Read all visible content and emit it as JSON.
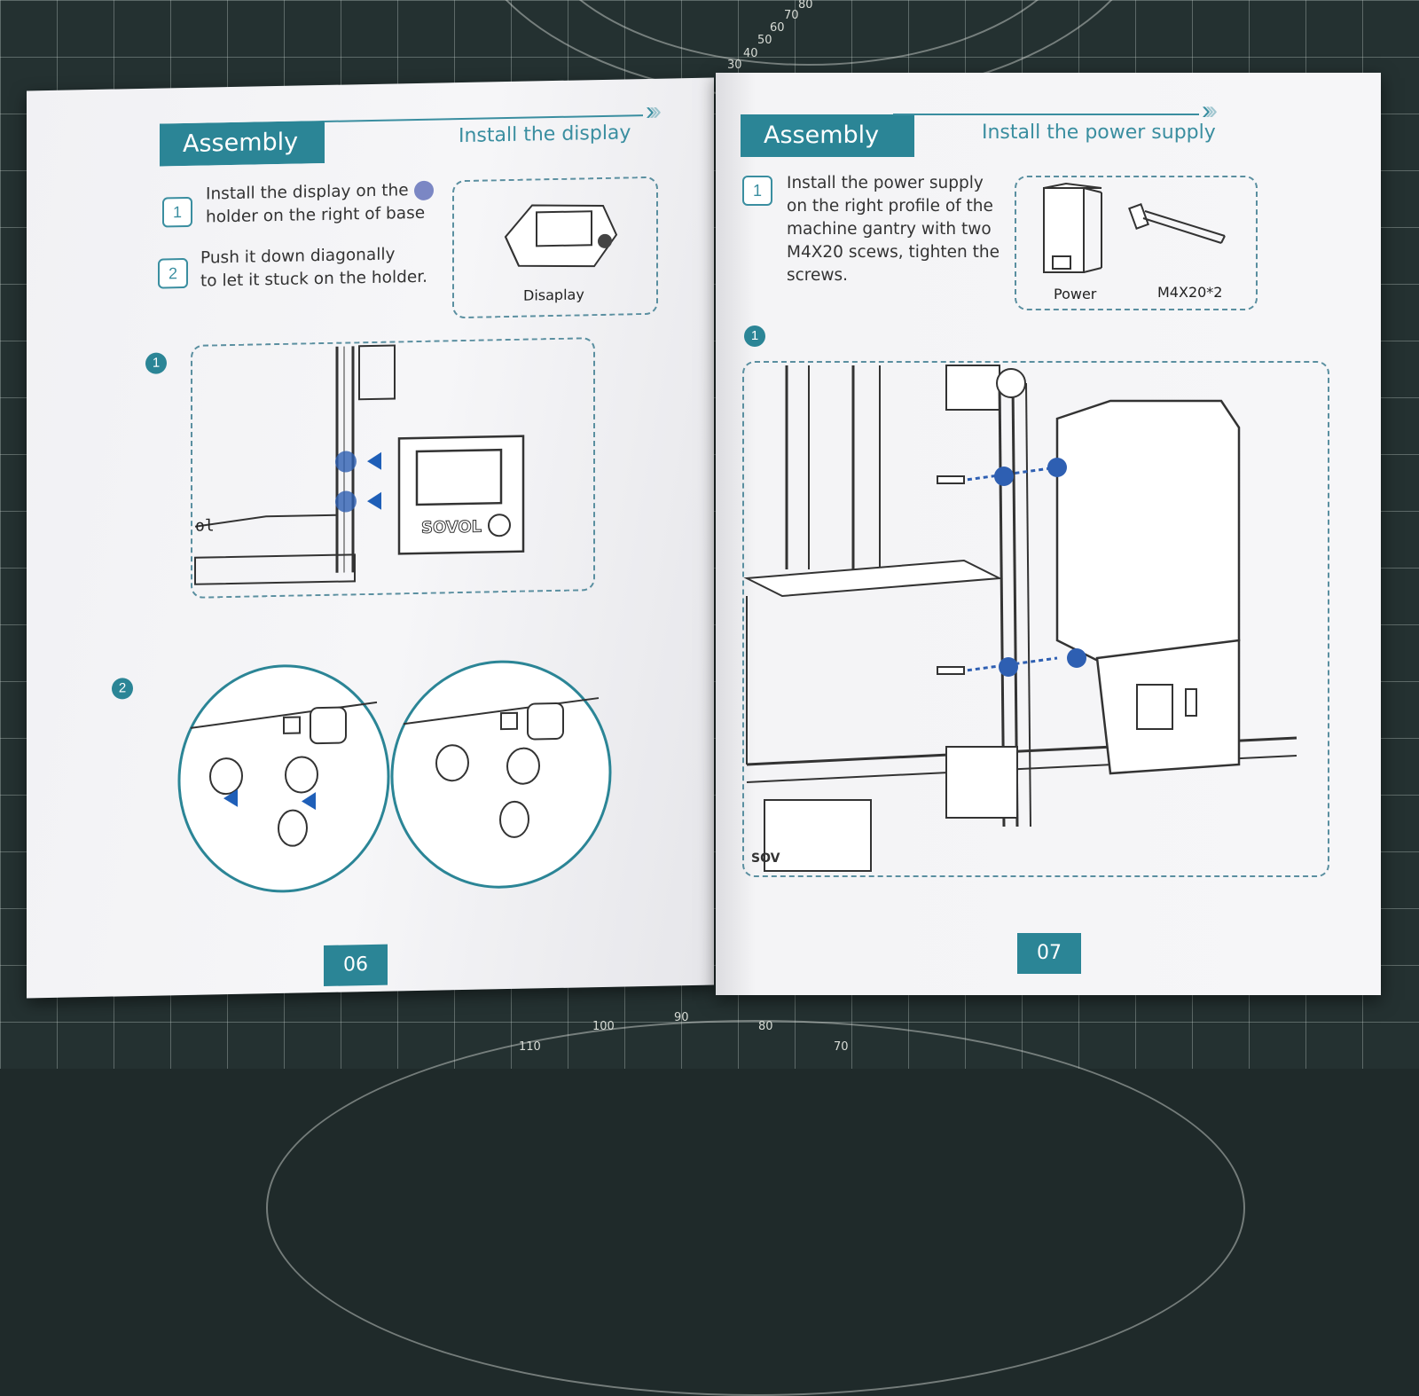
{
  "left_page": {
    "header": "Assembly",
    "subtitle": "Install the display",
    "chevrons": ">>>",
    "step1": {
      "num": "1",
      "text_line1": "Install the display on the",
      "text_line2": "holder on the right of base"
    },
    "step2": {
      "num": "2",
      "text_line1": "Push it down diagonally",
      "text_line2": "to let it stuck on the holder."
    },
    "part_caption": "Disaplay",
    "display_brand": "SOVOL",
    "figure1_num": "1",
    "figure2_num": "2",
    "figure1_edge_text": "ol",
    "page_number": "06"
  },
  "right_page": {
    "header": "Assembly",
    "subtitle": "Install the power supply",
    "chevrons": ">>>",
    "step1": {
      "num": "1",
      "text_lines": [
        "Install the power supply",
        "on the right profile of the",
        "machine gantry with two",
        "M4X20 scews, tighten the",
        "screws."
      ]
    },
    "part_captions": [
      "Power",
      "M4X20*2"
    ],
    "figure1_num": "1",
    "figure1_edge_text": "SOV",
    "page_number": "07"
  },
  "mat": {
    "ruler_numbers_top": [
      "30",
      "40",
      "50",
      "60",
      "70",
      "80"
    ],
    "ruler_numbers_bottom": [
      "110",
      "100",
      "90",
      "80",
      "70"
    ]
  },
  "colors": {
    "accent": "#2b8596",
    "arrow_blue": "#1f5fb8",
    "mat": "#243131"
  }
}
